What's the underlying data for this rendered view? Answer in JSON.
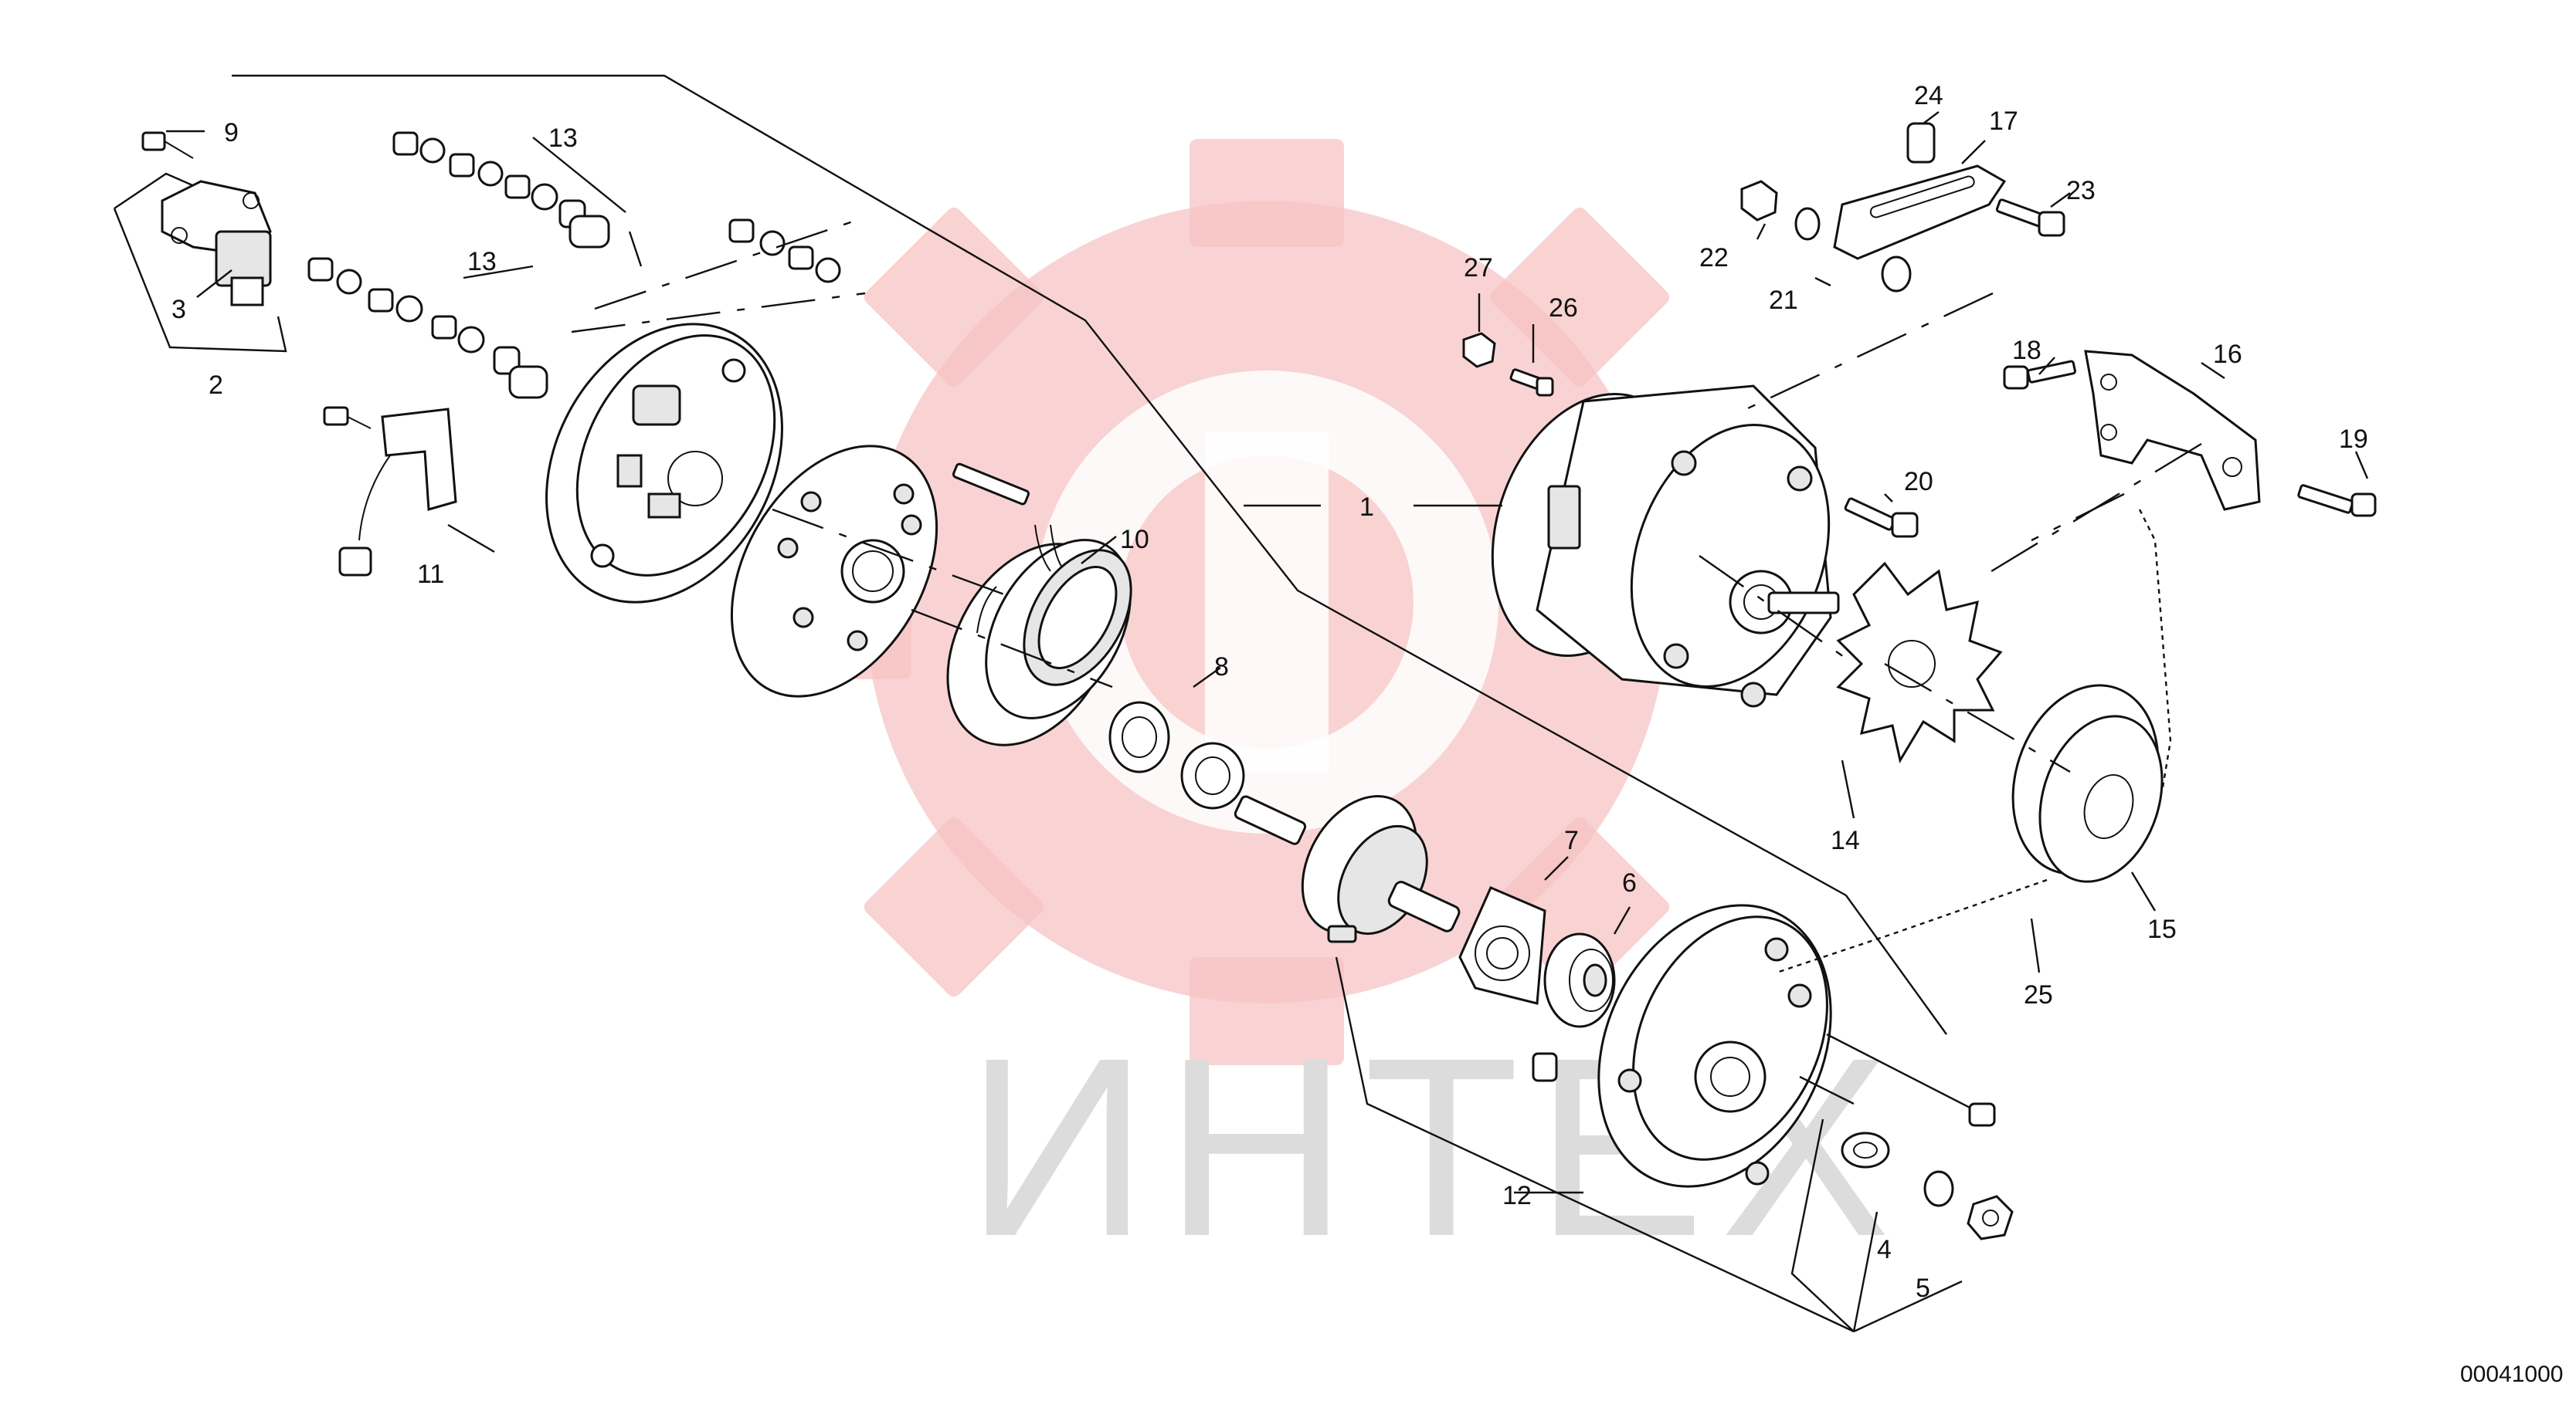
{
  "watermark": {
    "text": "ИНТЕХ",
    "color": "#f7c4c4",
    "text_color": "#dcdcdc"
  },
  "document_number": "00041000",
  "callouts": {
    "c1": "1",
    "c2": "2",
    "c3": "3",
    "c4": "4",
    "c5": "5",
    "c6": "6",
    "c7": "7",
    "c8": "8",
    "c9": "9",
    "c10": "10",
    "c11": "11",
    "c12": "12",
    "c13a": "13",
    "c13b": "13",
    "c14": "14",
    "c15": "15",
    "c16": "16",
    "c17": "17",
    "c18": "18",
    "c19": "19",
    "c20": "20",
    "c21": "21",
    "c22": "22",
    "c23": "23",
    "c24": "24",
    "c25": "25",
    "c26": "26",
    "c27": "27"
  }
}
